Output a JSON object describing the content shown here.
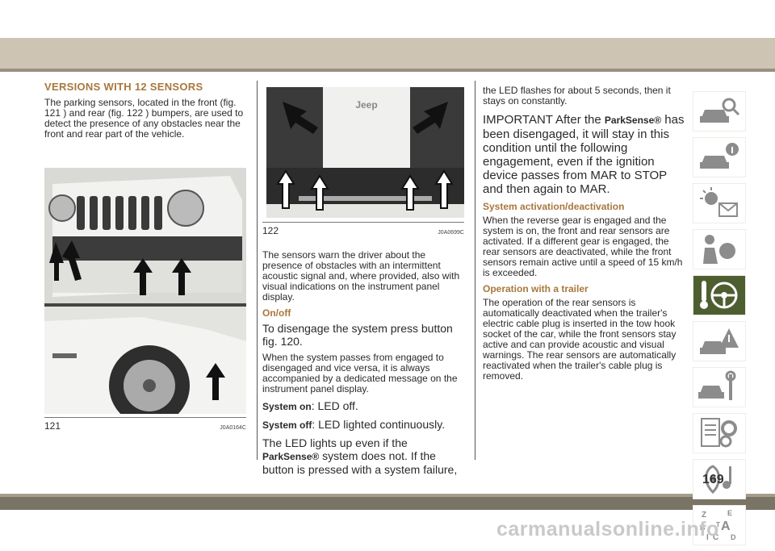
{
  "page_number": "169",
  "watermark": "carmanualsonline.info",
  "col1": {
    "title": "VERSIONS WITH 12 SENSORS",
    "para1": "The parking sensors, located in the front (fig. 121 ) and rear (fig. 122 ) bumpers, are used to detect the presence of any obstacles near the front and rear part of the vehicle.",
    "figure": {
      "number": "121",
      "code": "J0A0164C"
    }
  },
  "col2": {
    "figure": {
      "number": "122",
      "code": "J0A0699C"
    },
    "para1": "The sensors warn the driver about the presence of obstacles with an intermittent acoustic signal and, where provided, also with visual indications on the instrument panel display.",
    "sub1": "On/off",
    "para2": "To disengage the system press button fig. 120.",
    "para3": "When the system passes from engaged to disengaged and vice versa, it is always accompanied by a dedicated message on the instrument panel display.",
    "system_on_label": "System on",
    "system_on_text": ": LED off.",
    "system_off_label": "System off",
    "system_off_text": ": LED lighted continuously.",
    "para4_a": "The LED lights up even if the ",
    "para4_brand": "ParkSense®",
    "para4_b": " system does not. If the button is pressed with a system failure,"
  },
  "col3": {
    "para1": "the LED flashes for about 5 seconds, then it stays on constantly.",
    "important_a": "IMPORTANT After the ",
    "important_brand": "ParkSense®",
    "important_b": " has been disengaged, it will stay in this condition until the following engagement, even if the ignition device passes from MAR to STOP and then again to MAR.",
    "sub1": "System activation/deactivation",
    "para2": "When the reverse gear is engaged and the system is on, the front and rear sensors are activated. If a different gear is engaged, the rear sensors are deactivated, while the front sensors remain active until a speed of 15 km/h is exceeded.",
    "sub2": "Operation with a trailer",
    "para3": "The operation of the rear sensors is automatically deactivated when the trailer's electric cable plug is inserted in the tow hook socket of the car, while the front sensors stay active and can provide acoustic and visual warnings. The rear sensors are automatically reactivated when the trailer's cable plug is removed."
  },
  "sidebar": {
    "tabs": [
      {
        "icon": "car-search-icon",
        "active": false
      },
      {
        "icon": "car-info-icon",
        "active": false
      },
      {
        "icon": "light-message-icon",
        "active": false
      },
      {
        "icon": "driver-airbag-icon",
        "active": false
      },
      {
        "icon": "key-steering-wheel-icon",
        "active": true
      },
      {
        "icon": "car-warning-icon",
        "active": false
      },
      {
        "icon": "car-tools-icon",
        "active": false
      },
      {
        "icon": "specs-gear-icon",
        "active": false
      },
      {
        "icon": "multimedia-note-icon",
        "active": false
      },
      {
        "icon": "alphabet-index-icon",
        "active": false
      }
    ],
    "index_letters": [
      "Z",
      "E",
      "B",
      "A",
      "I",
      "C",
      "T",
      "D"
    ]
  },
  "colors": {
    "accent": "#a8783c",
    "active_tab": "#4d5e30",
    "band": "#cec4b4"
  }
}
